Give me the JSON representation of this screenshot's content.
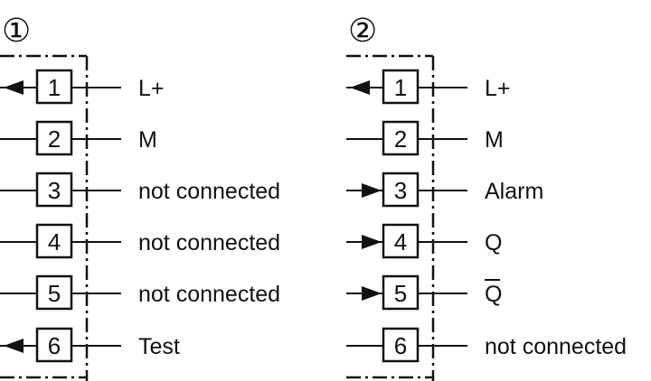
{
  "panels": [
    {
      "number": "①",
      "pins": [
        {
          "pin": "1",
          "signal": "L+",
          "arrow": "out"
        },
        {
          "pin": "2",
          "signal": "M",
          "arrow": "none"
        },
        {
          "pin": "3",
          "signal": "not connected",
          "arrow": "none"
        },
        {
          "pin": "4",
          "signal": "not connected",
          "arrow": "none"
        },
        {
          "pin": "5",
          "signal": "not connected",
          "arrow": "none"
        },
        {
          "pin": "6",
          "signal": "Test",
          "arrow": "out"
        }
      ]
    },
    {
      "number": "②",
      "pins": [
        {
          "pin": "1",
          "signal": "L+",
          "arrow": "out"
        },
        {
          "pin": "2",
          "signal": "M",
          "arrow": "none"
        },
        {
          "pin": "3",
          "signal": "Alarm",
          "arrow": "in"
        },
        {
          "pin": "4",
          "signal": "Q",
          "arrow": "in"
        },
        {
          "pin": "5",
          "signal": "Q",
          "overline": true,
          "arrow": "in"
        },
        {
          "pin": "6",
          "signal": "not connected",
          "arrow": "none"
        }
      ]
    }
  ]
}
